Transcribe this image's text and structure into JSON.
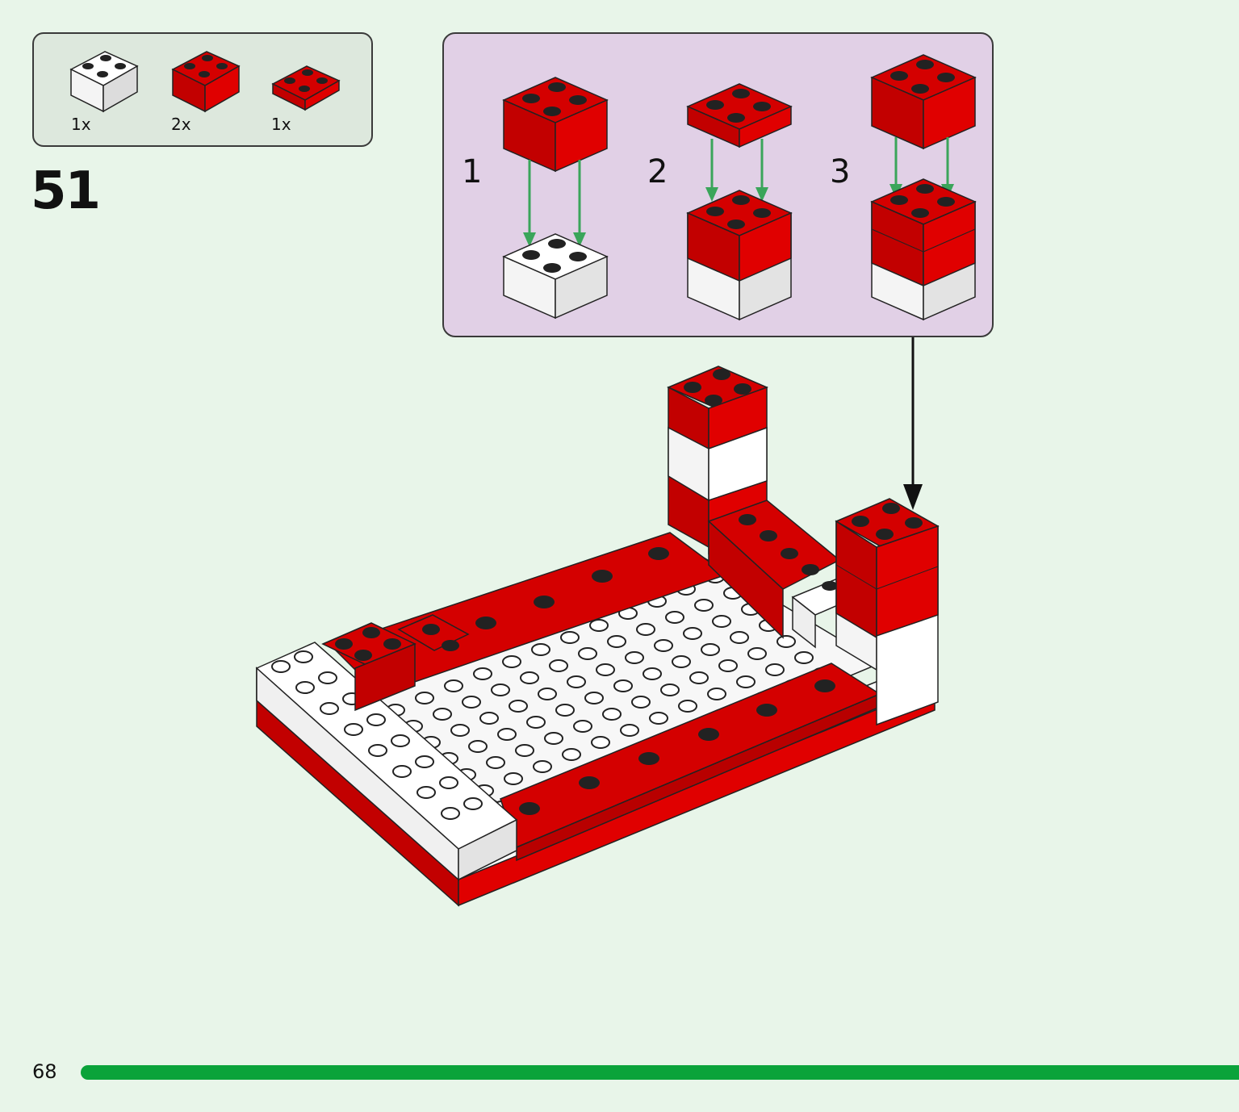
{
  "parts_list": [
    {
      "qty": "1x",
      "color": "#ffffff",
      "type": "brick-2x2"
    },
    {
      "qty": "2x",
      "color": "#d40000",
      "type": "brick-2x2"
    },
    {
      "qty": "1x",
      "color": "#d40000",
      "type": "plate-2x2"
    }
  ],
  "step": "51",
  "substeps": [
    "1",
    "2",
    "3"
  ],
  "page_number": "68",
  "colors": {
    "background": "#e8f5e9",
    "red": "#d40000",
    "white": "#ffffff",
    "accent_green": "#0aa33a",
    "arrow_green": "#3aa55a",
    "submodel_bg": "#e1d0e6"
  }
}
